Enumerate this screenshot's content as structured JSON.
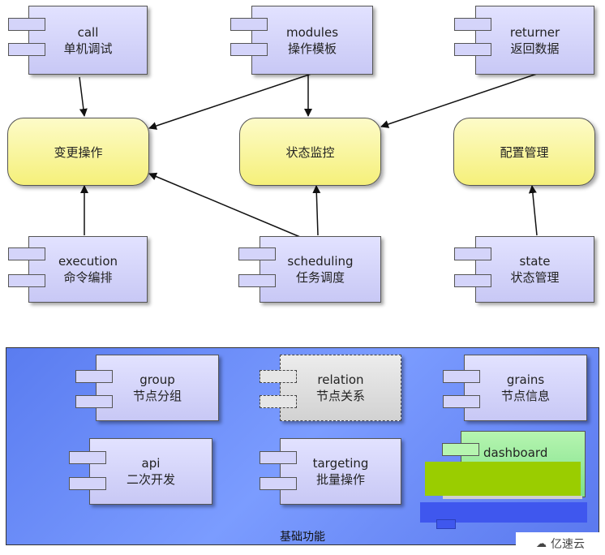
{
  "components": {
    "call": {
      "title": "call",
      "subtitle": "单机调试"
    },
    "modules": {
      "title": "modules",
      "subtitle": "操作模板"
    },
    "returner": {
      "title": "returner",
      "subtitle": "返回数据"
    },
    "execution": {
      "title": "execution",
      "subtitle": "命令编排"
    },
    "scheduling": {
      "title": "scheduling",
      "subtitle": "任务调度"
    },
    "state": {
      "title": "state",
      "subtitle": "状态管理"
    }
  },
  "states": {
    "change": "变更操作",
    "monitor": "状态监控",
    "config": "配置管理"
  },
  "package": {
    "label": "基础功能",
    "group": {
      "title": "group",
      "subtitle": "节点分组"
    },
    "relation": {
      "title": "relation",
      "subtitle": "节点关系"
    },
    "grains": {
      "title": "grains",
      "subtitle": "节点信息"
    },
    "api": {
      "title": "api",
      "subtitle": "二次开发"
    },
    "targeting": {
      "title": "targeting",
      "subtitle": "批量操作"
    },
    "dashboard": {
      "title": "dashboard"
    }
  },
  "watermark": "亿速云",
  "colors": {
    "component_fill": "#c8c8f5",
    "state_fill": "#f5f07a",
    "package_fill": "#5a7cf0",
    "dashboard_green": "#8fe89a",
    "dashboard_lime": "#9acd00"
  }
}
